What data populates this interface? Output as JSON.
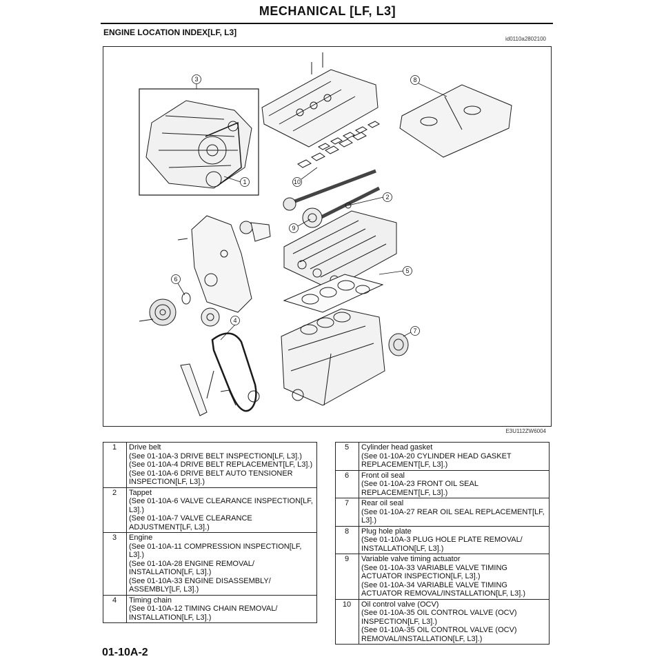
{
  "header": {
    "title": "MECHANICAL [LF, L3]",
    "section": "ENGINE LOCATION INDEX[LF, L3]",
    "figure_code_top": "id0110a2802100",
    "figure_code_bottom": "E3U112ZW6004"
  },
  "callouts": [
    "1",
    "2",
    "3",
    "4",
    "5",
    "6",
    "7",
    "8",
    "9",
    "10"
  ],
  "items": [
    {
      "num": "1",
      "title": "Drive belt",
      "refs": [
        "(See 01-10A-3 DRIVE BELT INSPECTION[LF, L3].)",
        "(See 01-10A-4 DRIVE BELT REPLACEMENT[LF, L3].)",
        "(See 01-10A-6 DRIVE BELT AUTO TENSIONER INSPECTION[LF, L3].)"
      ]
    },
    {
      "num": "2",
      "title": "Tappet",
      "refs": [
        "(See 01-10A-6 VALVE CLEARANCE INSPECTION[LF, L3].)",
        "(See 01-10A-7 VALVE CLEARANCE ADJUSTMENT[LF, L3].)"
      ]
    },
    {
      "num": "3",
      "title": "Engine",
      "refs": [
        "(See 01-10A-11 COMPRESSION INSPECTION[LF, L3].)",
        "(See 01-10A-28 ENGINE REMOVAL/ INSTALLATION[LF, L3].)",
        "(See 01-10A-33 ENGINE DISASSEMBLY/ ASSEMBLY[LF, L3].)"
      ]
    },
    {
      "num": "4",
      "title": "Timing chain",
      "refs": [
        "(See 01-10A-12 TIMING CHAIN REMOVAL/ INSTALLATION[LF, L3].)"
      ]
    },
    {
      "num": "5",
      "title": "Cylinder head gasket",
      "refs": [
        "(See 01-10A-20 CYLINDER HEAD GASKET REPLACEMENT[LF, L3].)"
      ]
    },
    {
      "num": "6",
      "title": "Front oil seal",
      "refs": [
        "(See 01-10A-23 FRONT OIL SEAL REPLACEMENT[LF, L3].)"
      ]
    },
    {
      "num": "7",
      "title": "Rear oil seal",
      "refs": [
        "(See 01-10A-27 REAR OIL SEAL REPLACEMENT[LF, L3].)"
      ]
    },
    {
      "num": "8",
      "title": "Plug hole plate",
      "refs": [
        "(See 01-10A-3 PLUG HOLE PLATE REMOVAL/ INSTALLATION[LF, L3].)"
      ]
    },
    {
      "num": "9",
      "title": "Variable valve timing actuator",
      "refs": [
        "(See 01-10A-33 VARIABLE VALVE TIMING ACTUATOR INSPECTION[LF, L3].)",
        "(See 01-10A-34 VARIABLE VALVE TIMING ACTUATOR REMOVAL/INSTALLATION[LF, L3].)"
      ]
    },
    {
      "num": "10",
      "title": "Oil control valve (OCV)",
      "refs": [
        "(See 01-10A-35 OIL CONTROL VALVE (OCV) INSPECTION[LF, L3].)",
        "(See 01-10A-35 OIL CONTROL VALVE (OCV) REMOVAL/INSTALLATION[LF, L3].)"
      ]
    }
  ],
  "footer": {
    "page_fragment": "01-10A-2"
  }
}
